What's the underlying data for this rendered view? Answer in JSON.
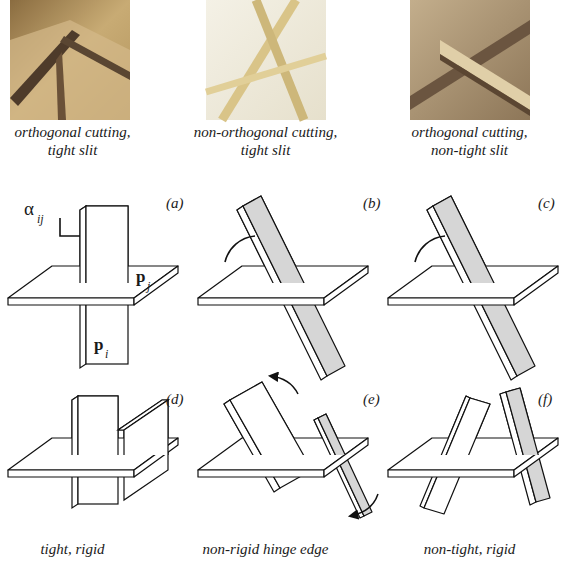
{
  "diagram": {
    "labels": [
      "orthogonal cutting, tight slit",
      "non-orthogonal cutting, tight slit",
      "orthogonal cutting, non-tight slit",
      "(a)",
      "(b)",
      "(c)",
      "α",
      "ij",
      "p",
      "j",
      "p",
      "i",
      "(d)",
      "(e)",
      "(f)",
      "tight, rigid",
      "non-rigid hinge edge",
      "non-tight, rigid"
    ]
  }
}
